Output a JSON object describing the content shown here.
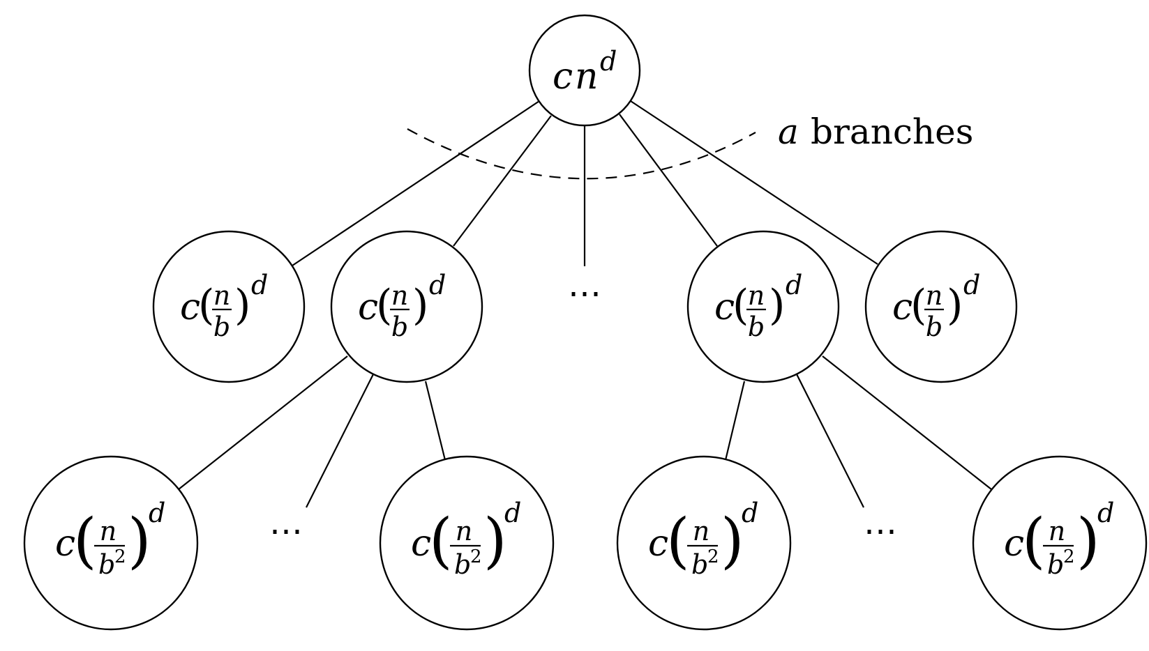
{
  "root": {
    "coef": "c",
    "var": "n",
    "exp": "d"
  },
  "branch_label": {
    "var": "a",
    "text": "branches"
  },
  "level1": {
    "coef": "c",
    "num": "n",
    "den": "b",
    "exp": "d"
  },
  "level2": {
    "coef": "c",
    "num": "n",
    "den_base": "b",
    "den_exp": "2",
    "exp": "d"
  },
  "ellipsis": "⋯"
}
